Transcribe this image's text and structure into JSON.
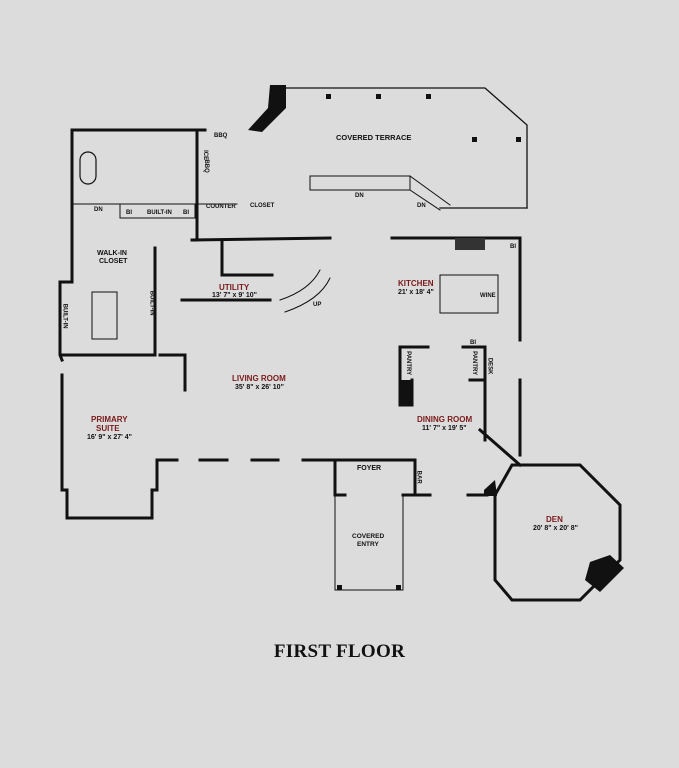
{
  "plan": {
    "title": "FIRST FLOOR",
    "colors": {
      "background": "#dcdcdc",
      "wall": "#111111",
      "room_name": "#7a1a1a",
      "thin_line": "#555555"
    },
    "rooms": {
      "covered_terrace": {
        "name": "COVERED TERRACE"
      },
      "walk_in_closet": {
        "name": "WALK-IN\nCLOSET"
      },
      "primary_suite": {
        "name_line1": "PRIMARY",
        "name_line2": "SUITE",
        "dims": "16' 9\" x 27' 4\""
      },
      "utility": {
        "name": "UTILITY",
        "dims": "13' 7\" x 9' 10\""
      },
      "kitchen": {
        "name": "KITCHEN",
        "dims": "21' x 18' 4\""
      },
      "living_room": {
        "name": "LIVING ROOM",
        "dims": "35' 8\" x 26' 10\""
      },
      "dining_room": {
        "name": "DINING ROOM",
        "dims": "11' 7\" x 19' 5\""
      },
      "foyer": {
        "name": "FOYER"
      },
      "covered_entry": {
        "name_line1": "COVERED",
        "name_line2": "ENTRY"
      },
      "den": {
        "name": "DEN",
        "dims": "20' 8\" x 20' 8\""
      }
    },
    "fixtures": {
      "bbq_top": "BBQ",
      "ice": "ICE",
      "bbq_side": "BBQ",
      "counter": "COUNTER",
      "closet": "CLOSET",
      "bi_left": "BI",
      "built_in_center": "BUILT-IN",
      "bi_right": "BI",
      "dn_bath": "DN",
      "dn_terrace_1": "DN",
      "dn_terrace_2": "DN",
      "built_in_left": "BUILT-IN",
      "built_in_right": "BUILT-IN",
      "up_stair": "UP",
      "wine": "WINE",
      "bi_kitchen": "BI",
      "pantry_1": "PANTRY",
      "pantry_2": "PANTRY",
      "bi_pantry": "BI",
      "desk": "DESK",
      "bar": "BAR"
    }
  }
}
